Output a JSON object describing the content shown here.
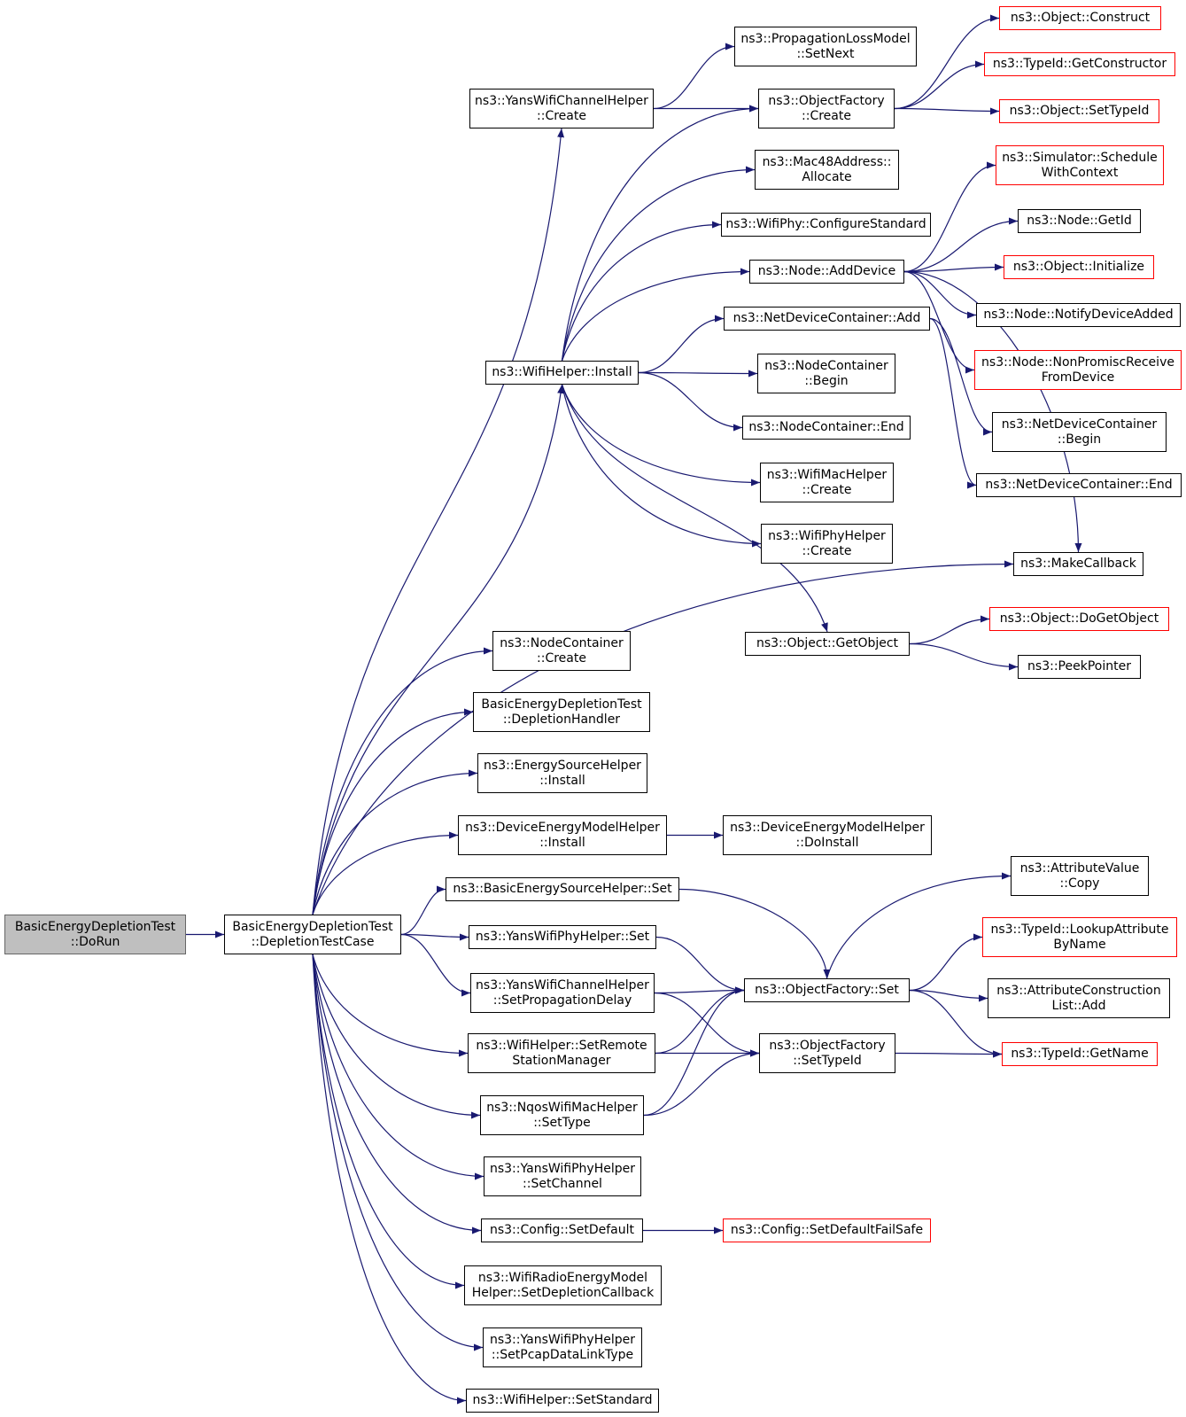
{
  "colors": {
    "edge": "#191970",
    "red_border": "#ff0000",
    "root_fill": "#bfbfbf"
  },
  "nodes": {
    "doRun": [
      "BasicEnergyDepletionTest",
      "::DoRun"
    ],
    "depletionTestCase": [
      "BasicEnergyDepletionTest",
      "::DepletionTestCase"
    ],
    "yansChanCreate": [
      "ns3::YansWifiChannelHelper",
      "::Create"
    ],
    "propLossSetNext": [
      "ns3::PropagationLossModel",
      "::SetNext"
    ],
    "objFactoryCreate": [
      "ns3::ObjectFactory",
      "::Create"
    ],
    "objConstruct": [
      "ns3::Object::Construct"
    ],
    "typeIdGetConstructor": [
      "ns3::TypeId::GetConstructor"
    ],
    "objSetTypeId": [
      "ns3::Object::SetTypeId"
    ],
    "mac48Allocate": [
      "ns3::Mac48Address::",
      "Allocate"
    ],
    "wifiPhyConfigure": [
      "ns3::WifiPhy::ConfigureStandard"
    ],
    "simScheduleCtx": [
      "ns3::Simulator::Schedule",
      "WithContext"
    ],
    "nodeGetId": [
      "ns3::Node::GetId"
    ],
    "nodeAddDevice": [
      "ns3::Node::AddDevice"
    ],
    "objInitialize": [
      "ns3::Object::Initialize"
    ],
    "nodeNotify": [
      "ns3::Node::NotifyDeviceAdded"
    ],
    "ndcAdd": [
      "ns3::NetDeviceContainer::Add"
    ],
    "nodeNonPromisc": [
      "ns3::Node::NonPromiscReceive",
      "FromDevice"
    ],
    "wifiHelperInstall": [
      "ns3::WifiHelper::Install"
    ],
    "nodeContBegin": [
      "ns3::NodeContainer",
      "::Begin"
    ],
    "ndcBegin": [
      "ns3::NetDeviceContainer",
      "::Begin"
    ],
    "nodeContEnd": [
      "ns3::NodeContainer::End"
    ],
    "ndcEnd": [
      "ns3::NetDeviceContainer::End"
    ],
    "wifiMacCreate": [
      "ns3::WifiMacHelper",
      "::Create"
    ],
    "wifiPhyCreate": [
      "ns3::WifiPhyHelper",
      "::Create"
    ],
    "makeCallback": [
      "ns3::MakeCallback"
    ],
    "objDoGetObject": [
      "ns3::Object::DoGetObject"
    ],
    "objGetObject": [
      "ns3::Object::GetObject"
    ],
    "peekPointer": [
      "ns3::PeekPointer"
    ],
    "nodeContCreate": [
      "ns3::NodeContainer",
      "::Create"
    ],
    "depletionHandler": [
      "BasicEnergyDepletionTest",
      "::DepletionHandler"
    ],
    "energySrcInstall": [
      "ns3::EnergySourceHelper",
      "::Install"
    ],
    "devEnergyInstall": [
      "ns3::DeviceEnergyModelHelper",
      "::Install"
    ],
    "devEnergyDoInstall": [
      "ns3::DeviceEnergyModelHelper",
      "::DoInstall"
    ],
    "attrValueCopy": [
      "ns3::AttributeValue",
      "::Copy"
    ],
    "basicSrcSet": [
      "ns3::BasicEnergySourceHelper::Set"
    ],
    "typeIdLookup": [
      "ns3::TypeId::LookupAttribute",
      "ByName"
    ],
    "yansPhySet": [
      "ns3::YansWifiPhyHelper::Set"
    ],
    "objFactorySet": [
      "ns3::ObjectFactory::Set"
    ],
    "yansChanSetProp": [
      "ns3::YansWifiChannelHelper",
      "::SetPropagationDelay"
    ],
    "attrConstrAdd": [
      "ns3::AttributeConstruction",
      "List::Add"
    ],
    "wifiSetRemote": [
      "ns3::WifiHelper::SetRemote",
      "StationManager"
    ],
    "objFactorySetTypeId": [
      "ns3::ObjectFactory",
      "::SetTypeId"
    ],
    "typeIdGetName": [
      "ns3::TypeId::GetName"
    ],
    "nqosSetType": [
      "ns3::NqosWifiMacHelper",
      "::SetType"
    ],
    "yansPhySetChannel": [
      "ns3::YansWifiPhyHelper",
      "::SetChannel"
    ],
    "configSetDefault": [
      "ns3::Config::SetDefault"
    ],
    "configSetDefaultFS": [
      "ns3::Config::SetDefaultFailSafe"
    ],
    "wifiRadioSetDepl": [
      "ns3::WifiRadioEnergyModel",
      "Helper::SetDepletionCallback"
    ],
    "yansPhySetPcap": [
      "ns3::YansWifiPhyHelper",
      "::SetPcapDataLinkType"
    ],
    "wifiSetStandard": [
      "ns3::WifiHelper::SetStandard"
    ]
  }
}
